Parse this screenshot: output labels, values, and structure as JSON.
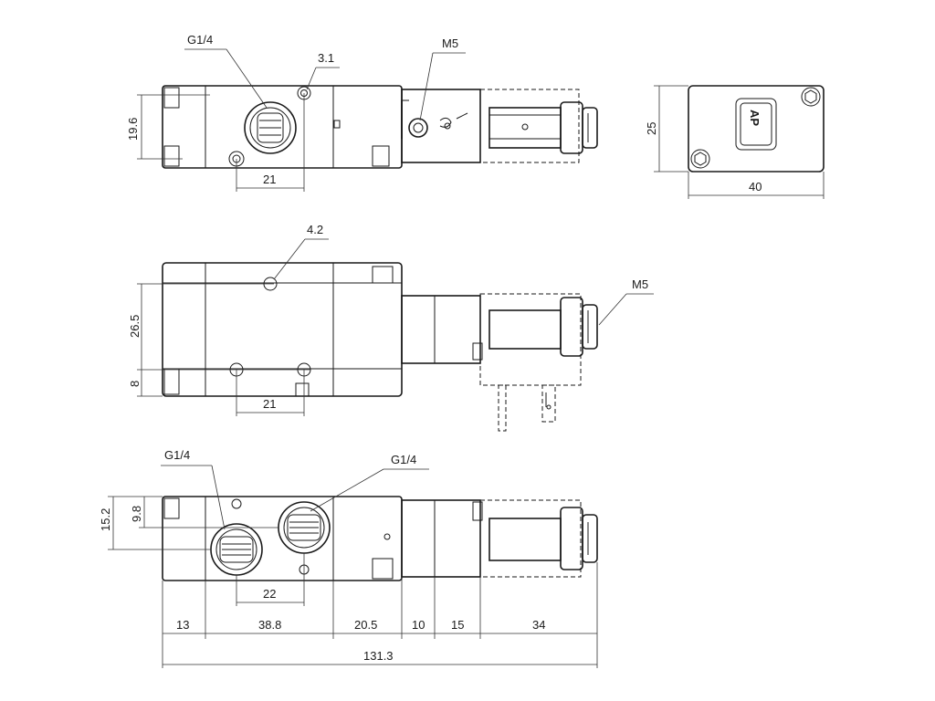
{
  "top_view": {
    "port_label": "G1/4",
    "hole_label": "3.1",
    "screw_label": "M5",
    "height_dim": "19.6",
    "hole_spacing_dim": "21"
  },
  "end_view": {
    "height_dim": "25",
    "width_dim": "40",
    "logo_text": "AP"
  },
  "side_view": {
    "hole_label": "4.2",
    "screw_label": "M5",
    "height_dim": "26.5",
    "offset_dim": "8",
    "hole_spacing_dim": "21"
  },
  "front_view": {
    "port_label_left": "G1/4",
    "port_label_right": "G1/4",
    "dim_15_2": "15.2",
    "dim_9_8": "9.8",
    "port_spacing_dim": "22",
    "segments": [
      "13",
      "38.8",
      "20.5",
      "10",
      "15",
      "34"
    ],
    "total_length": "131.3"
  }
}
